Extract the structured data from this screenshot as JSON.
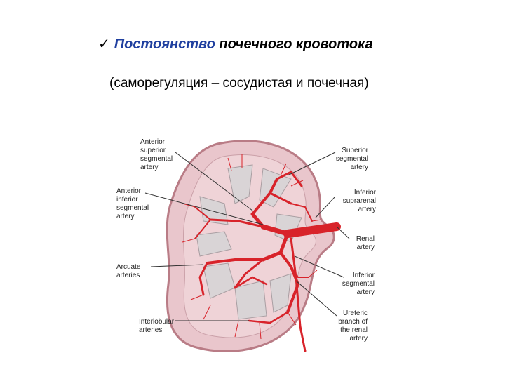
{
  "title": {
    "check_icon": "check-icon",
    "word_highlight": "Постоянство",
    "rest": "почечного кровотока"
  },
  "subtitle": "(саморегуляция – сосудистая и почечная)",
  "labels": {
    "anterior_superior": "Anterior\nsuperior\nsegmental\nartery",
    "anterior_inferior": "Anterior\ninferior\nsegmental\nartery",
    "arcuate": "Arcuate\narteries",
    "interlobular": "Interlobular\narteries",
    "superior_segmental": "Superior\nsegmental\nartery",
    "inferior_suprarenal": "Inferior\nsuprarenal\nartery",
    "renal": "Renal\nartery",
    "inferior_segmental": "Inferior\nsegmental\nartery",
    "ureteric": "Ureteric\nbranch of\nthe renal\nartery"
  },
  "colors": {
    "accent": "#1f3f9f",
    "artery": "#d8232a",
    "cortex": "#e9c6cc",
    "capsule": "#b97c86",
    "pyramid": "#d9d4d6"
  }
}
